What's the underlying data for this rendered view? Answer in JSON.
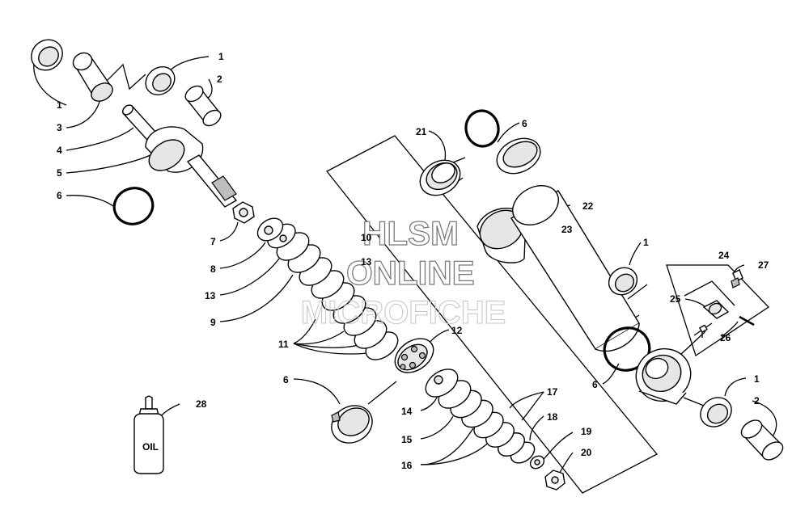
{
  "watermark": {
    "line1": "HLSM",
    "line2": "ONLINE",
    "line3": "MICROFICHE"
  },
  "oil_bottle": {
    "text": "OIL"
  },
  "callouts": [
    {
      "id": "c1a",
      "text": "1"
    },
    {
      "id": "c1b",
      "text": "1"
    },
    {
      "id": "c2a",
      "text": "2"
    },
    {
      "id": "c3",
      "text": "3"
    },
    {
      "id": "c4",
      "text": "4"
    },
    {
      "id": "c5",
      "text": "5"
    },
    {
      "id": "c6a",
      "text": "6"
    },
    {
      "id": "c7",
      "text": "7"
    },
    {
      "id": "c8",
      "text": "8"
    },
    {
      "id": "c13a",
      "text": "13"
    },
    {
      "id": "c9",
      "text": "9"
    },
    {
      "id": "c10",
      "text": "10"
    },
    {
      "id": "c13b",
      "text": "13"
    },
    {
      "id": "c11",
      "text": "11"
    },
    {
      "id": "c12",
      "text": "12"
    },
    {
      "id": "c6b",
      "text": "6"
    },
    {
      "id": "c14",
      "text": "14"
    },
    {
      "id": "c15",
      "text": "15"
    },
    {
      "id": "c16",
      "text": "16"
    },
    {
      "id": "c17",
      "text": "17"
    },
    {
      "id": "c18",
      "text": "18"
    },
    {
      "id": "c19",
      "text": "19"
    },
    {
      "id": "c20",
      "text": "20"
    },
    {
      "id": "c21",
      "text": "21"
    },
    {
      "id": "c6c",
      "text": "6"
    },
    {
      "id": "c22",
      "text": "22"
    },
    {
      "id": "c23",
      "text": "23"
    },
    {
      "id": "c1c",
      "text": "1"
    },
    {
      "id": "c6d",
      "text": "6"
    },
    {
      "id": "c24",
      "text": "24"
    },
    {
      "id": "c27",
      "text": "27"
    },
    {
      "id": "c25",
      "text": "25"
    },
    {
      "id": "c26",
      "text": "26"
    },
    {
      "id": "c1d",
      "text": "1"
    },
    {
      "id": "c2b",
      "text": "2"
    },
    {
      "id": "c28",
      "text": "28"
    }
  ]
}
